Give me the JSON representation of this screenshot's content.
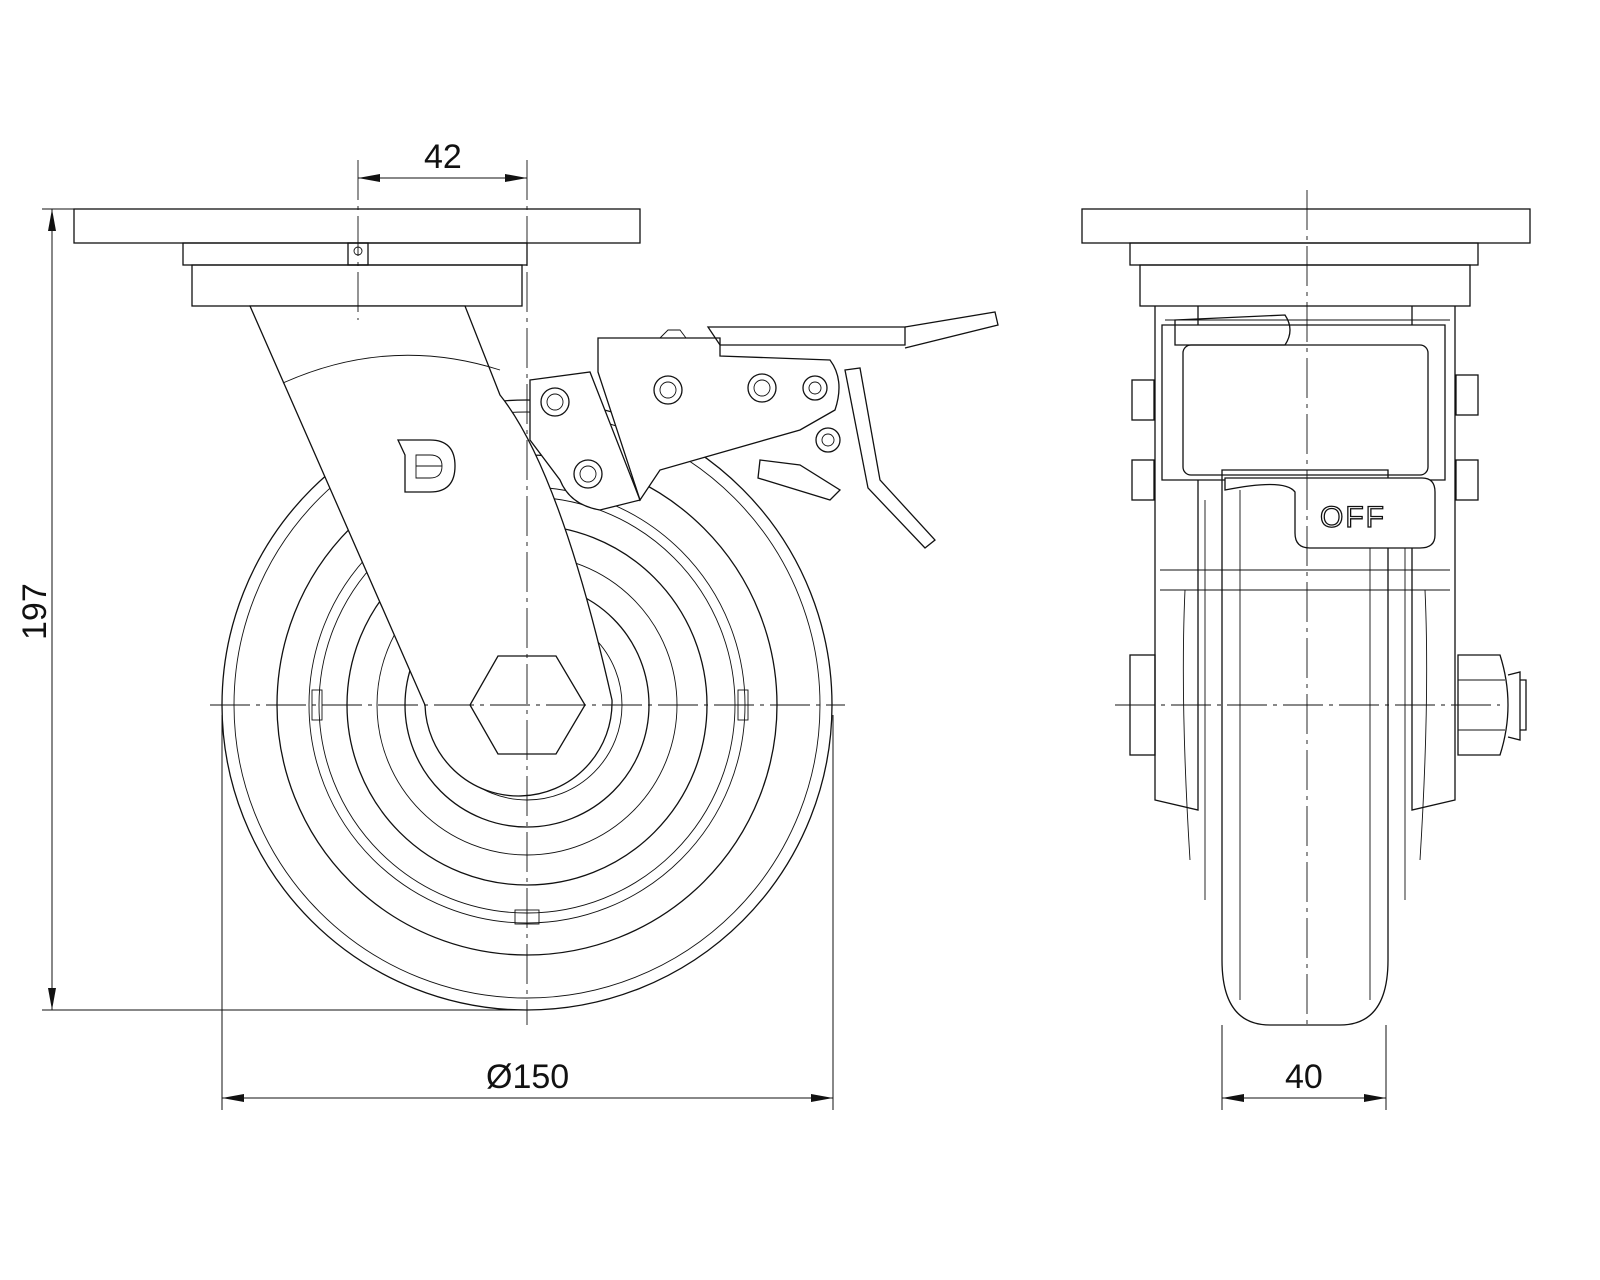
{
  "drawing": {
    "dimensions": {
      "offset": "42",
      "height": "197",
      "wheel_diameter": "Ø150",
      "wheel_width": "40"
    },
    "brake_label": "OFF",
    "logo_letter": "D"
  }
}
